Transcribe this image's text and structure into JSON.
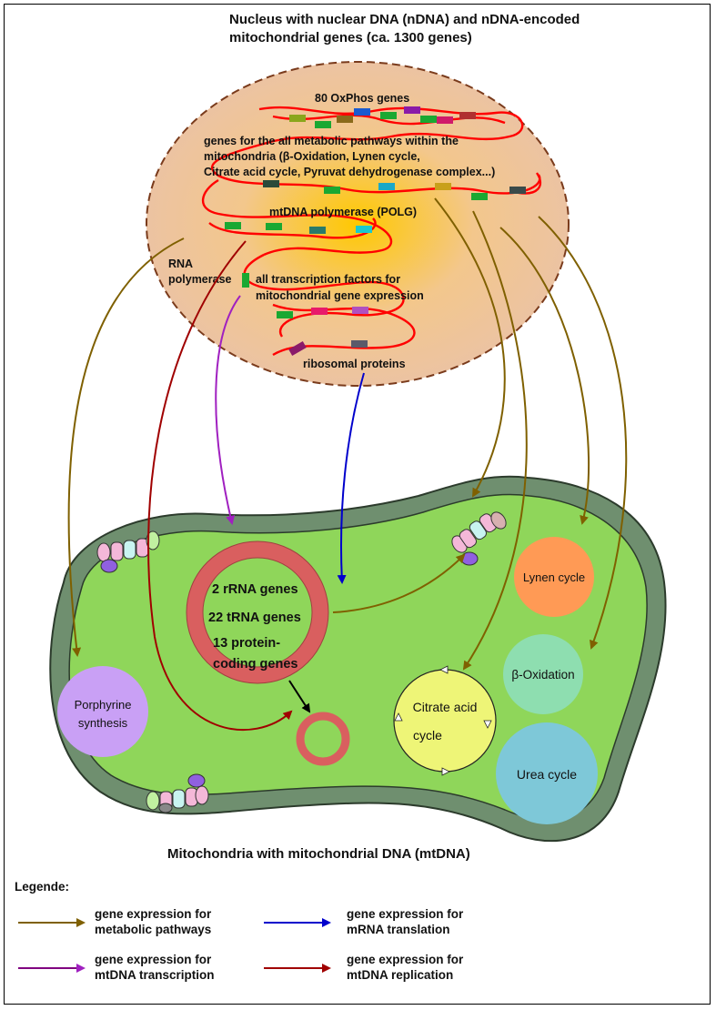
{
  "nucleus": {
    "title_line1": "Nucleus with nuclear DNA (nDNA) and nDNA-encoded",
    "title_line2": "mitochondrial genes (ca. 1300 genes)",
    "labels": {
      "oxphos": "80 OxPhos genes",
      "metabolic_line1": "genes for the all metabolic pathways within the",
      "metabolic_line2": "mitochondria (β-Oxidation, Lynen cycle,",
      "metabolic_line3": "Citrate acid cycle, Pyruvat dehydrogenase complex...)",
      "polg": "mtDNA polymerase (POLG)",
      "rna_pol_line1": "RNA",
      "rna_pol_line2": "polymerase",
      "tf_line1": "all transcription factors for",
      "tf_line2": "mitochondrial gene expression",
      "ribosomal": "ribosomal proteins"
    }
  },
  "mitochondrion": {
    "title": "Mitochondria with mitochondrial DNA (mtDNA)",
    "mtdna_line1": "2 rRNA genes",
    "mtdna_line2": "22 tRNA genes",
    "mtdna_line3": "13 protein-",
    "mtdna_line4": "coding genes",
    "organelles": {
      "porphyrine_line1": "Porphyrine",
      "porphyrine_line2": "synthesis",
      "lynen": "Lynen cycle",
      "beta_oxidation": "β-Oxidation",
      "citrate_line1": "Citrate acid",
      "citrate_line2": "cycle",
      "urea": "Urea cycle"
    }
  },
  "legend": {
    "title": "Legende:",
    "items": [
      {
        "line1": "gene expression for",
        "line2": "metabolic pathways",
        "color": "#7f6000"
      },
      {
        "line1": "gene expression for",
        "line2": "mRNA translation",
        "color": "#0000cc"
      },
      {
        "line1": "gene expression for",
        "line2": "mtDNA transcription",
        "color": "#800080"
      },
      {
        "line1": "gene expression for",
        "line2": "mtDNA replication",
        "color": "#a00000"
      }
    ]
  },
  "colors": {
    "metabolic": "#7f6000",
    "translation": "#0000cc",
    "transcription": "#a020c0",
    "replication": "#a00000",
    "dna_strand": "#ff0000",
    "matrix": "#8fd65a",
    "membrane": "#6b8e6b",
    "mtdna_ring": "#d95f5f"
  }
}
